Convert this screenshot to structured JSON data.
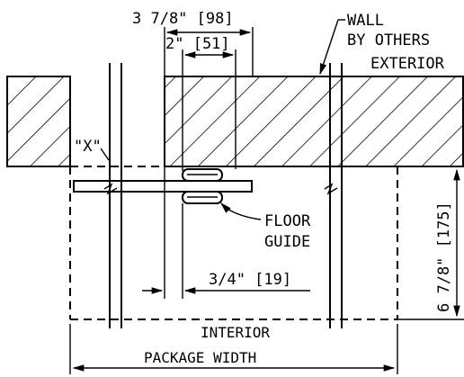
{
  "labels": {
    "dim_top": "3 7/8\" [98]",
    "dim_mid": "2\" [51]",
    "wall_line1": "WALL",
    "wall_line2": "BY OTHERS",
    "exterior": "EXTERIOR",
    "x_marker": "\"X\"",
    "floor_guide_line1": "FLOOR",
    "floor_guide_line2": "GUIDE",
    "dim_small": "3/4\" [19]",
    "dim_vertical": "6 7/8\" [175]",
    "interior": "INTERIOR",
    "package_width": "PACKAGE WIDTH"
  },
  "colors": {
    "line": "#000000",
    "background": "#ffffff"
  }
}
